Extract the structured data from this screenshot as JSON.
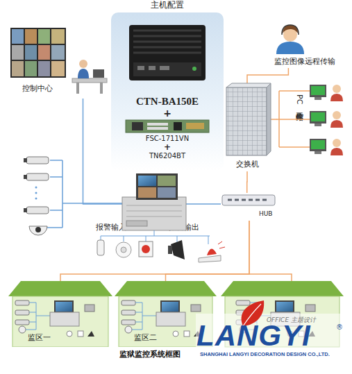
{
  "diagram": {
    "caption": "监狱监控系统框图",
    "nodes": [
      {
        "text": [
          "主机配置",
          "CTN-BA150E",
          "+",
          "FSC-1711VN",
          "+",
          "TN6204BT"
        ]
      },
      {
        "text": [
          "控制中心"
        ]
      },
      {
        "text": [
          "监控图像远程传输"
        ]
      },
      {
        "text": [
          "交换机"
        ]
      },
      {
        "text": [
          "PC 工作站分控"
        ]
      },
      {
        "text": [
          "报警输入"
        ]
      },
      {
        "text": [
          "报警输出"
        ]
      },
      {
        "text": [
          "HUB"
        ]
      },
      {
        "text": [
          "监区一"
        ]
      },
      {
        "text": [
          "监区二"
        ]
      }
    ],
    "edges": [
      {
        "from": 7,
        "to": 8,
        "arrow": "none"
      },
      {
        "from": 7,
        "to": 9,
        "arrow": "none"
      },
      {
        "from": 7,
        "to": 3,
        "arrow": "none"
      },
      {
        "from": 3,
        "to": 2,
        "arrow": "none"
      },
      {
        "from": 3,
        "to": 4,
        "arrow": "none"
      },
      {
        "from": 1,
        "to": 7,
        "arrow": "none"
      }
    ],
    "labels": [
      "OFFICE 主题设计",
      "LANGYI",
      "®",
      "SHANGHAI LANGYI DECORATION DESIGN CO.,LTD."
    ]
  }
}
